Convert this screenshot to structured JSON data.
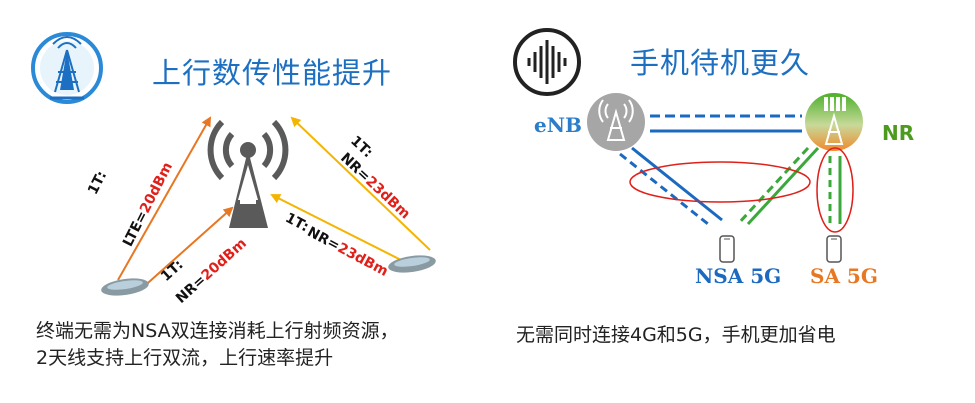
{
  "left": {
    "title": "上行数传性能提升",
    "caption_line1": "终端无需为NSA双连接消耗上行射频资源，",
    "caption_line2": "2天线支持上行双流，上行速率提升",
    "labels": {
      "l1_tx": "1T:",
      "l1_key": "LTE=",
      "l1_val": "20dBm",
      "l2_tx": "1T:",
      "l2_key": "NR=",
      "l2_val": "20dBm",
      "r1_tx": "1T:",
      "r1_key": "NR=",
      "r1_val": "23dBm",
      "r2_tx": "1T:",
      "r2_key": "NR=",
      "r2_val": "23dBm"
    }
  },
  "right": {
    "title": "手机待机更久",
    "enb_label": "eNB",
    "nr_label": "NR",
    "nsa_label": "NSA 5G",
    "sa_label": "SA 5G",
    "caption": "无需同时连接4G和5G，手机更加省电"
  },
  "colors": {
    "title_blue": "#1d6fc1",
    "arrow_orange": "#e87722",
    "arrow_yellow": "#f5b400",
    "line_blue": "#1b6ac0",
    "line_green": "#3aa83a",
    "ellipse_red": "#e0201a",
    "nsa_blue": "#1b6ac0",
    "sa_orange": "#e87722",
    "nr_green": "#4c9a1e",
    "enb_blue": "#2b7dc9"
  },
  "icons": [
    "tower-badge-icon",
    "voice-wave-icon",
    "cell-tower-icon",
    "enb-station-icon",
    "nr-station-icon",
    "phone-icon"
  ]
}
